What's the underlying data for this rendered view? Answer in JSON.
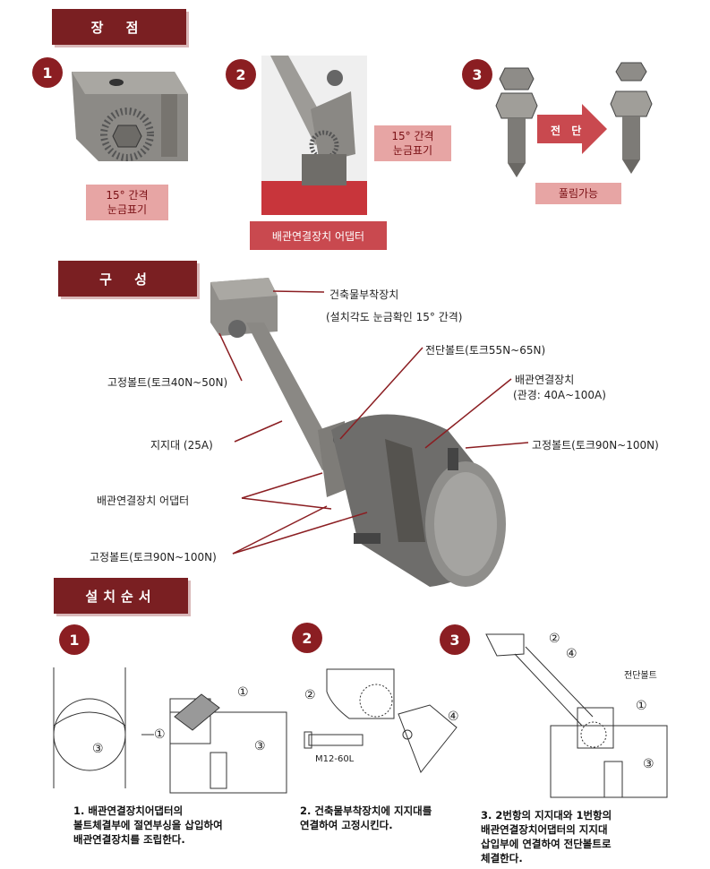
{
  "sections": {
    "advantages": "장 점",
    "composition": "구 성",
    "install_order": "설치순서"
  },
  "advantages": {
    "items": [
      {
        "num": "1",
        "caption_line1": "15° 간격",
        "caption_line2": "눈금표기"
      },
      {
        "num": "2",
        "caption_line1": "15° 간격",
        "caption_line2": "눈금표기",
        "footer": "배관연결장치 어댑터"
      },
      {
        "num": "3",
        "arrow_label": "전 단",
        "footer": "풀림가능"
      }
    ]
  },
  "composition": {
    "labels": {
      "building_mount": "건축물부착장치",
      "building_mount_note": "(설치각도 눈금확인 15° 간격)",
      "shear_bolt": "전단볼트(토크55N~65N)",
      "pipe_connector": "배관연결장치",
      "pipe_diameter": "(관경: 40A~100A)",
      "fix_bolt_top": "고정볼트(토크40N~50N)",
      "fix_bolt_right": "고정볼트(토크90N~100N)",
      "support_rod": "지지대 (25A)",
      "adapter": "배관연결장치 어댑터",
      "fix_bolt_bottom": "고정볼트(토크90N~100N)"
    }
  },
  "install_steps": [
    {
      "num": "1",
      "text1": "1. 배관연결장치어댑터의",
      "text2": "볼트체결부에 절연부싱을 삽입하여",
      "text3": "배관연결장치를 조립한다."
    },
    {
      "num": "2",
      "text1": "2. 건축물부착장치에 지지대를",
      "text2": "연결하여 고정시킨다.",
      "bolt": "M12-60L"
    },
    {
      "num": "3",
      "text1": "3. 2번항의 지지대와 1번항의",
      "text2": "배관연결장치어댑터의 지지대",
      "text3": "삽입부에 연결하여 전단볼트로",
      "text4": "체결한다.",
      "shear_label": "전단볼트"
    }
  ],
  "callouts": {
    "c1": "①",
    "c2": "②",
    "c3": "③",
    "c4": "④"
  }
}
